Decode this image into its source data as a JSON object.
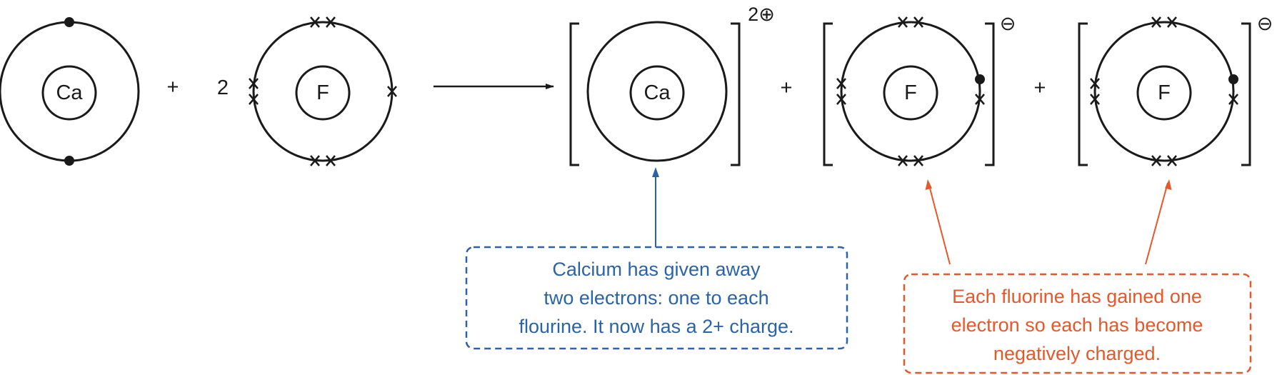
{
  "colors": {
    "calcium_note": "#2a63a8",
    "fluorine_note": "#e5582a",
    "line": "#1a1a1a"
  },
  "reactants": {
    "calcium_symbol": "Ca",
    "plus": "+",
    "fluorine_coefficient": "2",
    "fluorine_symbol": "F"
  },
  "products": {
    "calcium_symbol": "Ca",
    "calcium_charge": "2⊕",
    "plus_1": "+",
    "fluoride_1_symbol": "F",
    "fluoride_1_charge": "⊖",
    "plus_2": "+",
    "fluoride_2_symbol": "F",
    "fluoride_2_charge": "⊖"
  },
  "notes": {
    "calcium": [
      "Calcium has given away",
      "two electrons: one to each",
      "flourine. It now has a 2+ charge."
    ],
    "fluorine": [
      "Each fluorine has gained one",
      "electron so each has become",
      "negatively charged."
    ]
  }
}
